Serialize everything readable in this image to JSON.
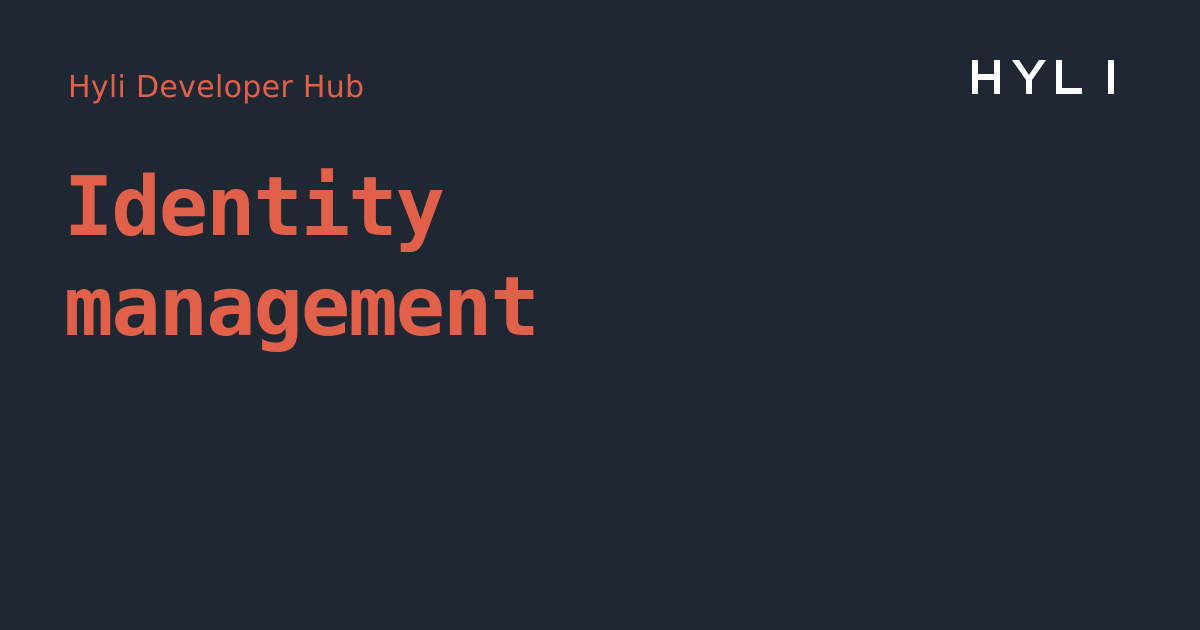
{
  "header": {
    "site_label": "Hyli Developer Hub",
    "logo_text": "HYLI"
  },
  "title": {
    "line1": "Identity",
    "line2": "management"
  },
  "colors": {
    "background": "#1f2733",
    "accent": "#e0604a",
    "logo": "#ffffff"
  }
}
